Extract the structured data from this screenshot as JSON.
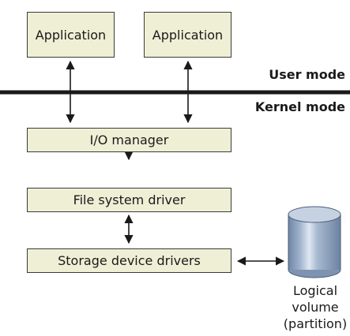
{
  "applications": [
    {
      "label": "Application"
    },
    {
      "label": "Application"
    }
  ],
  "modes": {
    "user": "User mode",
    "kernel": "Kernel mode"
  },
  "layers": [
    {
      "label": "I/O manager"
    },
    {
      "label": "File system driver"
    },
    {
      "label": "Storage device drivers"
    }
  ],
  "volume": {
    "label_lines": [
      "Logical",
      "volume",
      "(partition)"
    ]
  },
  "colors": {
    "box_fill": "#efefd6",
    "box_border": "#3a3a3a",
    "mode_line": "#1a1a1a",
    "cylinder_body": "#8fa5c2",
    "cylinder_top": "#b9c7da",
    "cylinder_highlight": "#dfe7f1"
  }
}
